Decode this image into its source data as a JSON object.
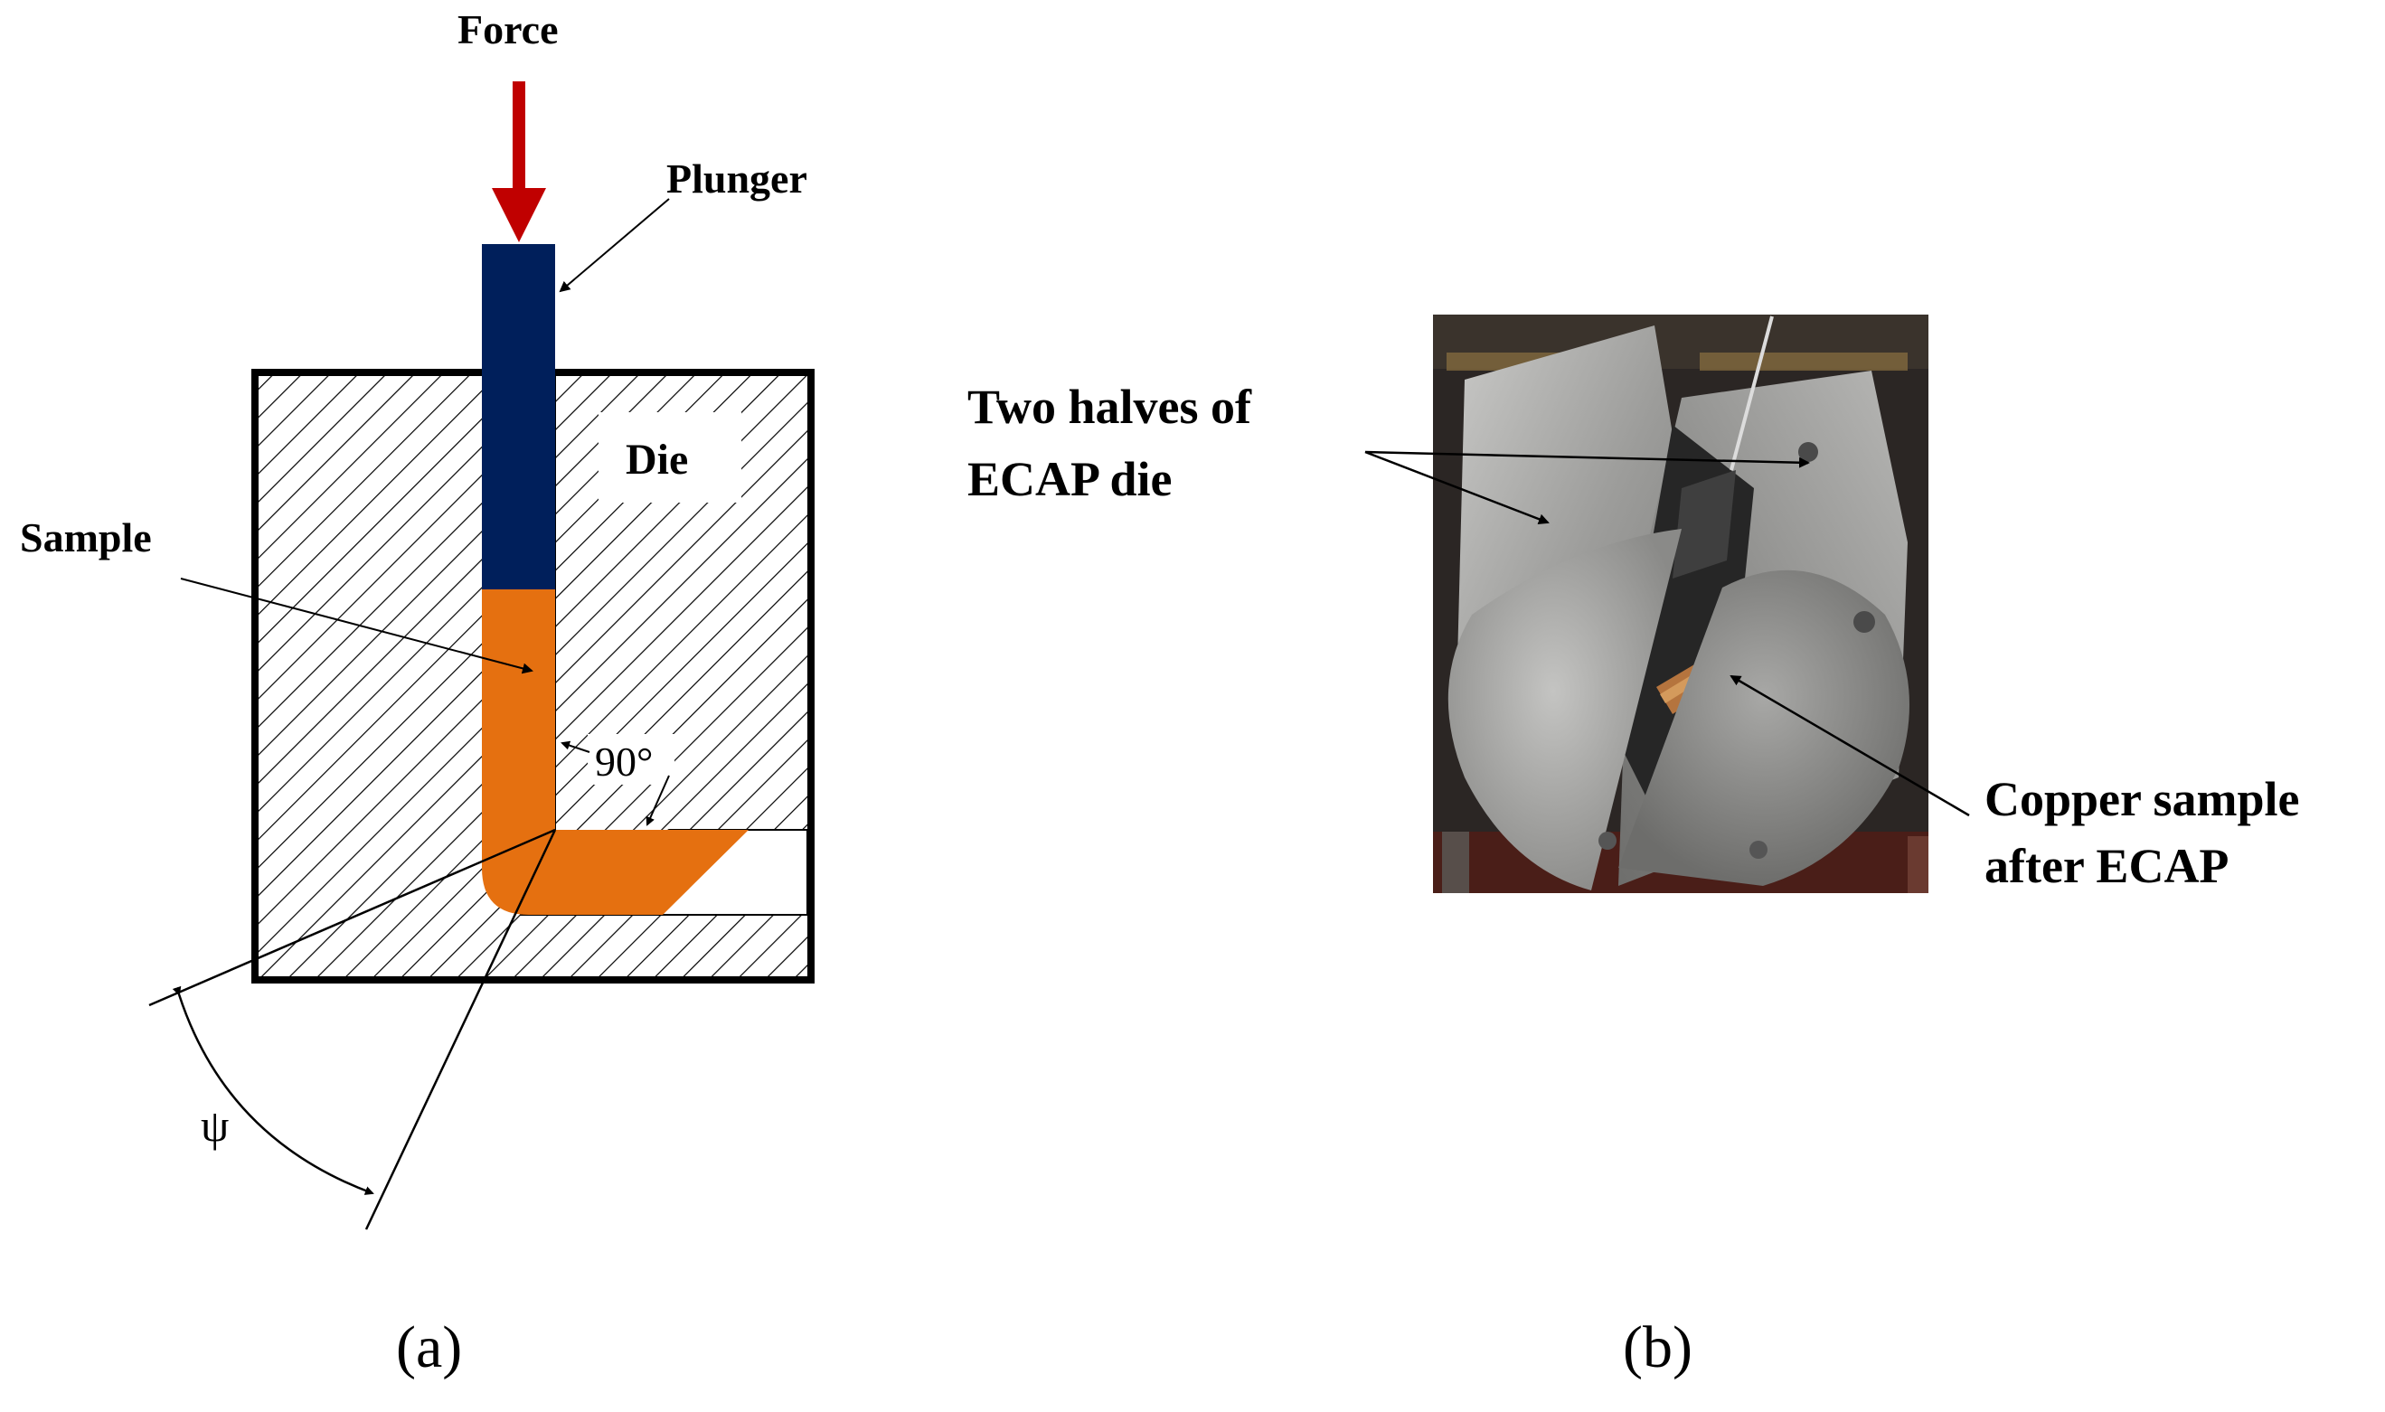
{
  "panel_a": {
    "force_label": "Force",
    "plunger_label": "Plunger",
    "die_label": "Die",
    "sample_label": "Sample",
    "angle_label": "90°",
    "psi_label": "ψ",
    "caption": "(a)",
    "colors": {
      "plunger": "#001f5b",
      "sample": "#e57010",
      "force_arrow": "#c00000",
      "hatch": "#000000"
    }
  },
  "panel_b": {
    "die_halves_label_line1": "Two halves of",
    "die_halves_label_line2": "ECAP die",
    "copper_label_line1": "Copper sample",
    "copper_label_line2": "after ECAP",
    "caption": "(b)"
  }
}
